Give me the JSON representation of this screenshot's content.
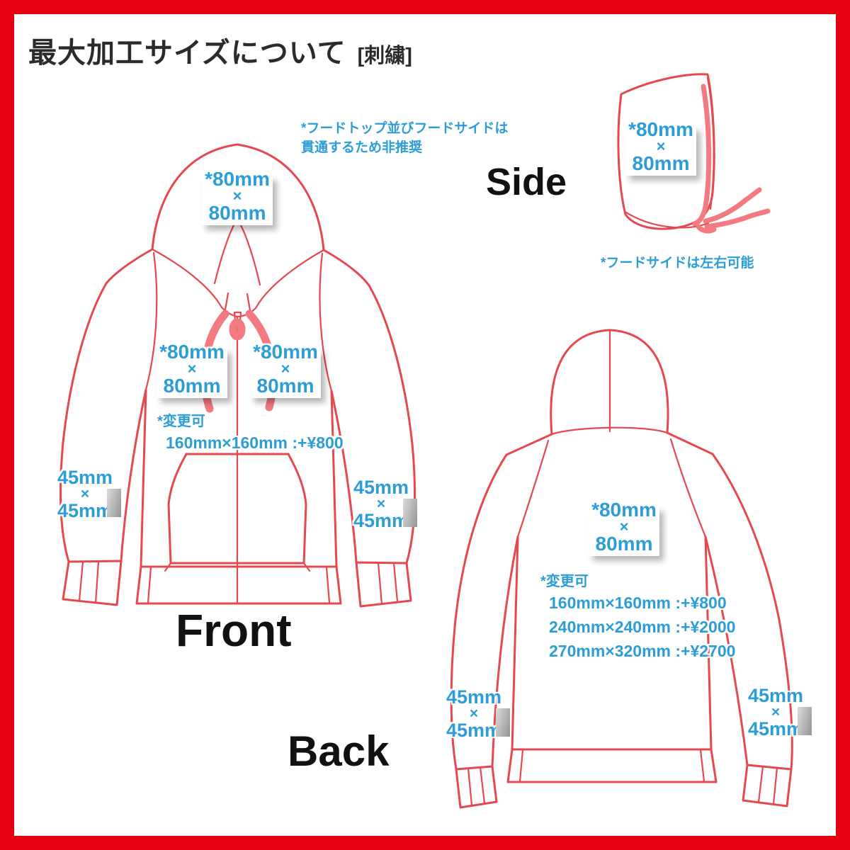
{
  "title": {
    "main": "最大加工サイズについて",
    "tag": "[刺繍]"
  },
  "views": {
    "front": "Front",
    "side": "Side",
    "back": "Back"
  },
  "labels": {
    "size80": {
      "line1": "*80mm",
      "line2": "×",
      "line3": "80mm"
    },
    "size45": {
      "line1": "45mm",
      "line2": "×",
      "line3": "45mm"
    }
  },
  "notes": {
    "hood_warning": {
      "line1": "*フードトップ並びフードサイドは",
      "line2": "貫通するため非推奨"
    },
    "side_note": "*フードサイドは左右可能",
    "front_change": {
      "heading": "*変更可",
      "options": [
        "160mm×160mm :+¥800"
      ]
    },
    "back_change": {
      "heading": "*変更可",
      "options": [
        "160mm×160mm :+¥800",
        "240mm×240mm :+¥2000",
        "270mm×320mm :+¥2700"
      ]
    }
  },
  "colors": {
    "frame_red": "#e60012",
    "garment_outline_red": "#e5484f",
    "drawcord_pink": "#f27a80",
    "accent_blue": "#2d9dd6",
    "heading_black": "#2b2b2b"
  }
}
